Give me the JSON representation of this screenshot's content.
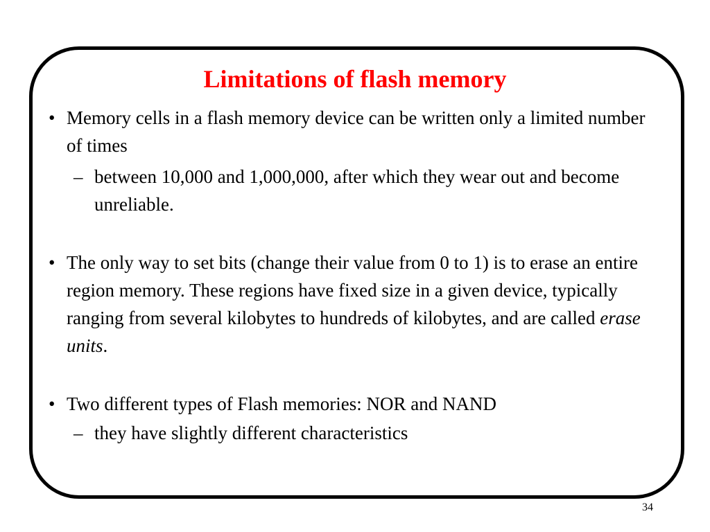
{
  "slide": {
    "title": "Limitations of flash memory",
    "page_number": "34",
    "bullet_marker": "•",
    "sub_marker": "–",
    "bullets": [
      {
        "text": "Memory cells in a flash memory device can be written only a limited number of times",
        "sub": [
          "between 10,000 and 1,000,000, after which they wear out and become unreliable."
        ]
      },
      {
        "text_before": "The only way to set bits (change their value from 0 to 1) is to erase an entire region memory. These regions have fixed size in a given device, typically ranging from several kilobytes to hundreds of kilobytes, and are called ",
        "emphasis": "erase units",
        "text_after": "."
      },
      {
        "text": "Two different types of Flash memories: NOR and NAND",
        "sub": [
          "they have slightly different characteristics"
        ]
      }
    ]
  },
  "colors": {
    "title": "#ff0000",
    "text": "#000000",
    "frame": "#000000"
  }
}
